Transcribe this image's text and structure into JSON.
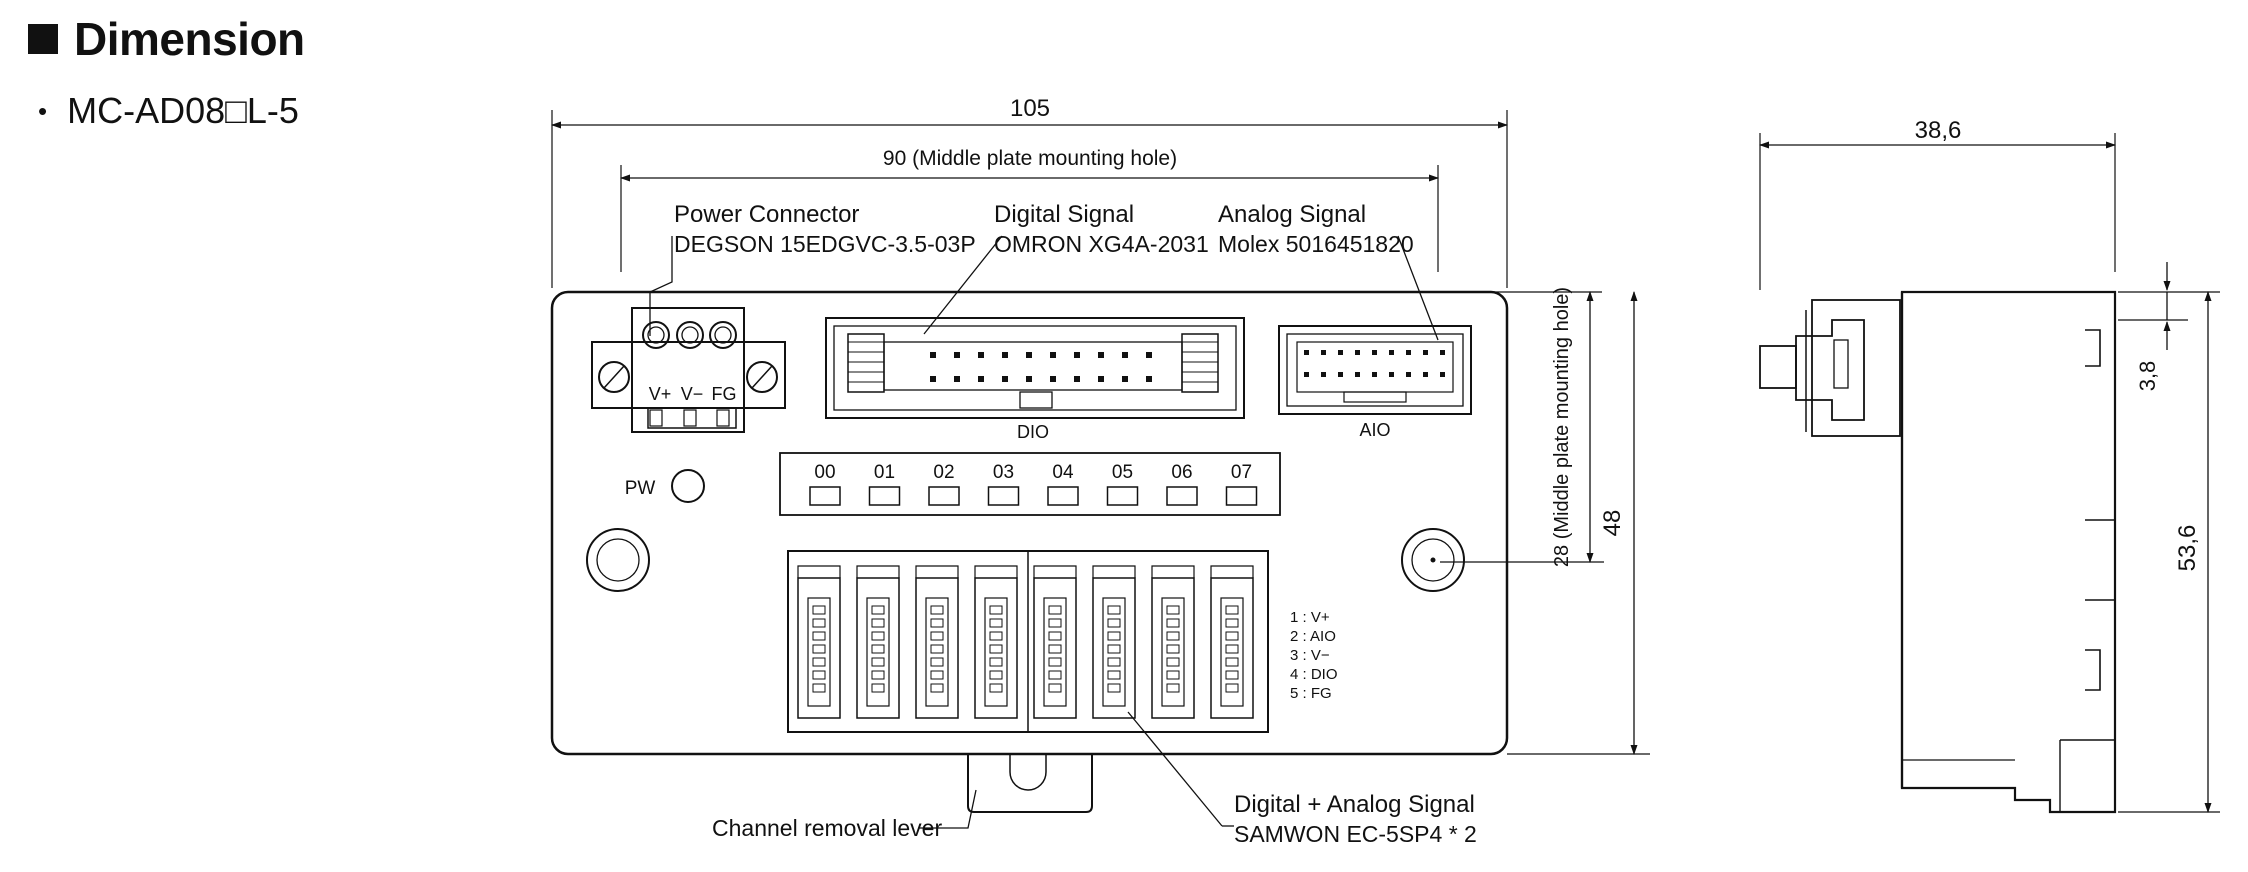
{
  "page": {
    "title": "Dimension",
    "model": "MC-AD08□L-5"
  },
  "dimensions": {
    "overall_width": "105",
    "mounting_hole_width": "90 (Middle plate mounting hole)",
    "side_depth": "38,6",
    "mounting_hole_height": "28 (Middle plate mounting hole)",
    "board_height": "48",
    "top_offset": "3,8",
    "total_height": "53,6"
  },
  "connectors": {
    "power": {
      "name": "Power Connector",
      "part": "DEGSON 15EDGVC-3.5-03P"
    },
    "digital": {
      "name": "Digital Signal",
      "part": "OMRON XG4A-2031"
    },
    "analog": {
      "name": "Analog Signal",
      "part": "Molex 5016451820"
    },
    "combo": {
      "name": "Digital + Analog Signal",
      "part": "SAMWON EC-5SP4 * 2"
    }
  },
  "labels": {
    "dio": "DIO",
    "aio": "AIO",
    "pw": "PW",
    "power_pins": [
      "V+",
      "V−",
      "FG"
    ],
    "channels": [
      "00",
      "01",
      "02",
      "03",
      "04",
      "05",
      "06",
      "07"
    ],
    "pinout": [
      "1 : V+",
      "2 : AIO",
      "3 : V−",
      "4 : DIO",
      "5 : FG"
    ],
    "lever": "Channel removal lever"
  }
}
